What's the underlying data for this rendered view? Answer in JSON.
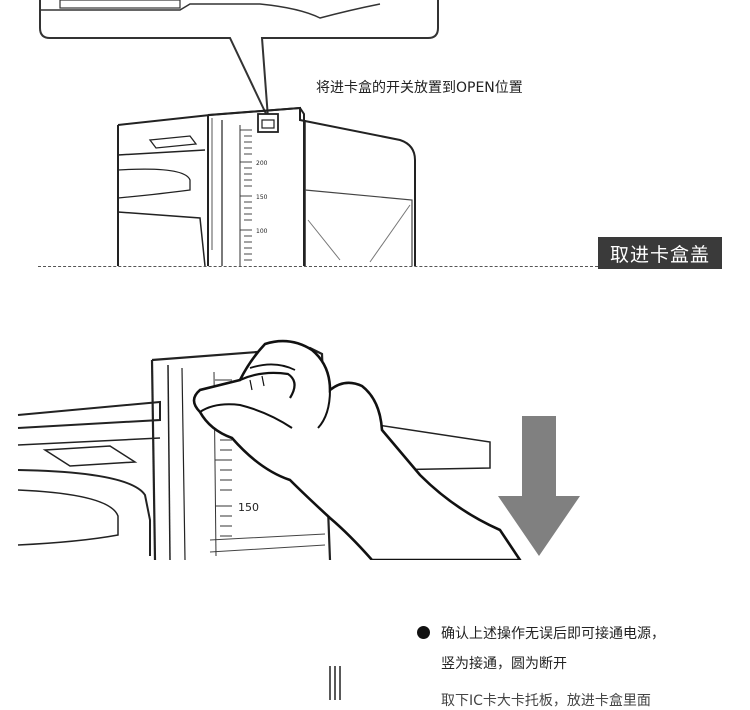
{
  "step1": {
    "caption": "将进卡盒的开关放置到OPEN位置",
    "ruler_labels": [
      "200",
      "150",
      "100"
    ]
  },
  "step2": {
    "badge": "取进卡盒盖",
    "ruler_label": "150"
  },
  "step3": {
    "note_line1": "确认上述操作无误后即可接通电源，",
    "note_line2": "竖为接通，圆为断开",
    "note_line3_partial": "取下IC卡大卡托板，放进卡盒里面"
  }
}
